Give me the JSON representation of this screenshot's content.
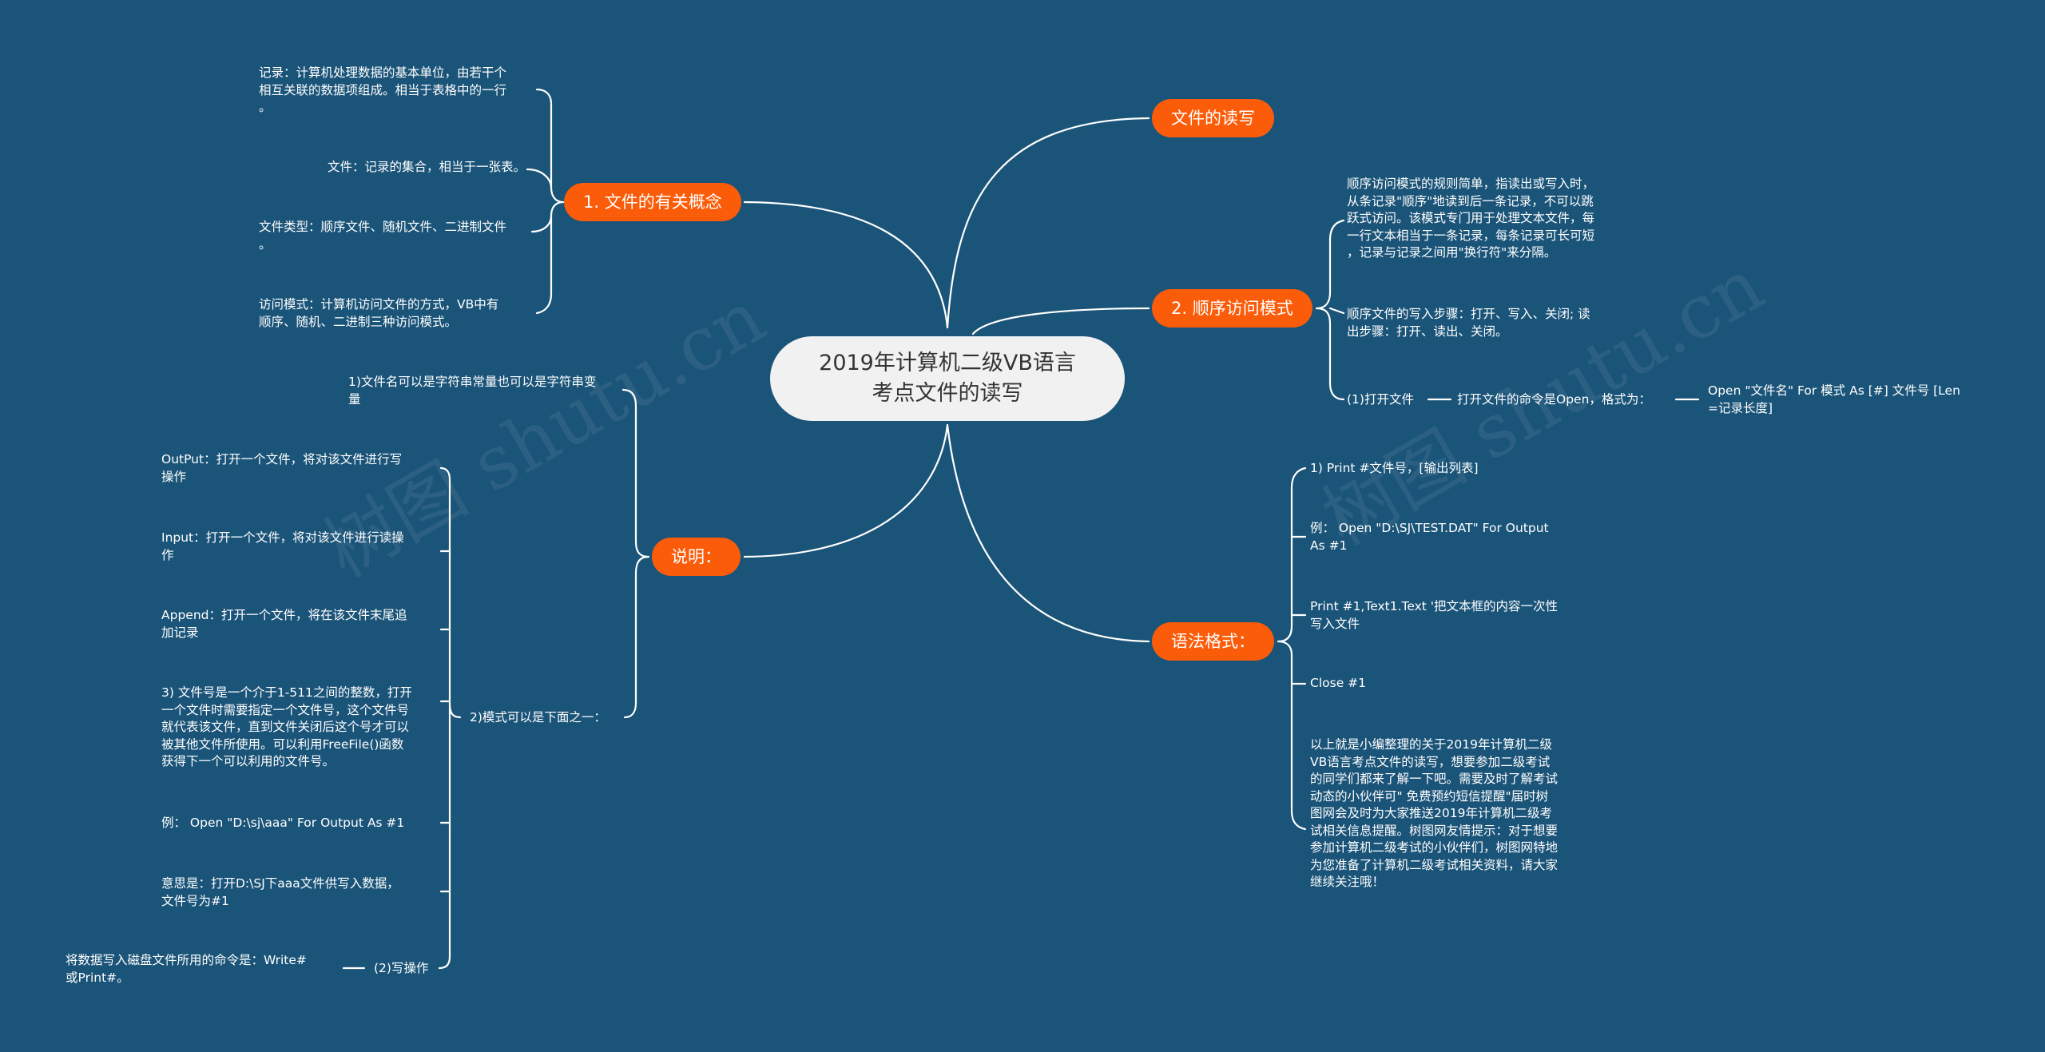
{
  "watermark": "树图 shutu.cn",
  "root": {
    "title": "2019年计算机二级VB语言\n考点文件的读写"
  },
  "left": {
    "concepts": {
      "label": "1. 文件的有关概念",
      "items": [
        "记录：计算机处理数据的基本单位，由若干个\n相互关联的数据项组成。相当于表格中的一行\n。",
        "文件：记录的集合，相当于一张表。",
        "文件类型：顺序文件、随机文件、二进制文件\n。",
        "访问模式：计算机访问文件的方式，VB中有\n顺序、随机、二进制三种访问模式。"
      ]
    },
    "notes": {
      "label": "说明：",
      "filename_note": "1)文件名可以是字符串常量也可以是字符串变\n量",
      "mode_label": "2)模式可以是下面之一：",
      "modes": [
        "OutPut：打开一个文件，将对该文件进行写\n操作",
        "Input：打开一个文件，将对该文件进行读操\n作",
        "Append：打开一个文件，将在该文件末尾追\n加记录",
        "3) 文件号是一个介于1-511之间的整数，打开\n一个文件时需要指定一个文件号，这个文件号\n就代表该文件，直到文件关闭后这个号才可以\n被其他文件所使用。可以利用FreeFile()函数\n获得下一个可以利用的文件号。",
        "例：  Open \"D:\\sj\\aaa\" For Output As #1",
        "意思是：打开D:\\SJ下aaa文件供写入数据，\n文件号为#1"
      ],
      "write_op": {
        "label": "(2)写操作",
        "detail": "将数据写入磁盘文件所用的命令是：Write#\n或Print#。"
      }
    }
  },
  "right": {
    "file_rw": {
      "label": "文件的读写"
    },
    "sequential": {
      "label": "2. 顺序访问模式",
      "desc": "顺序访问模式的规则简单，指读出或写入时，\n从条记录\"顺序\"地读到后一条记录，不可以跳\n跃式访问。该模式专门用于处理文本文件，每\n一行文本相当于一条记录，每条记录可长可短\n，记录与记录之间用\"换行符\"来分隔。",
      "steps": "顺序文件的写入步骤：打开、写入、关闭; 读\n出步骤：打开、读出、关闭。",
      "open_file": {
        "label": "(1)打开文件",
        "cmd_label": "打开文件的命令是Open，格式为：",
        "format": "Open \"文件名\" For 模式 As [#] 文件号 [Len\n=记录长度]"
      }
    },
    "syntax": {
      "label": "语法格式：",
      "items": [
        "1) Print #文件号，[输出列表]",
        "例：  Open \"D:\\SJ\\TEST.DAT\" For Output\nAs #1",
        "Print #1,Text1.Text '把文本框的内容一次性\n写入文件",
        "Close #1",
        "以上就是小编整理的关于2019年计算机二级\nVB语言考点文件的读写，想要参加二级考试\n的同学们都来了解一下吧。需要及时了解考试\n动态的小伙伴可\"  免费预约短信提醒\"届时树\n图网会及时为大家推送2019年计算机二级考\n试相关信息提醒。树图网友情提示：对于想要\n参加计算机二级考试的小伙伴们，树图网特地\n为您准备了计算机二级考试相关资料，请大家\n继续关注哦！"
      ]
    }
  }
}
